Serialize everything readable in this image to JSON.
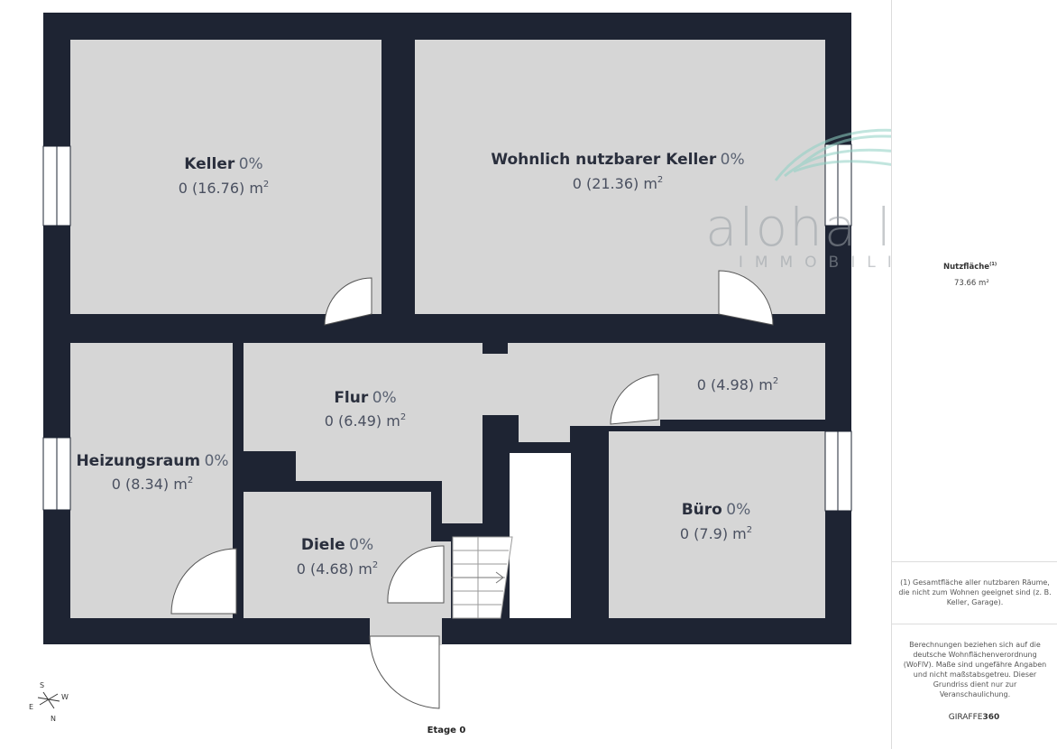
{
  "rooms": [
    {
      "name": "Keller",
      "pct": "0%",
      "area": "0 (16.76) m",
      "unit_sup": "2"
    },
    {
      "name": "Wohnlich nutzbarer Keller",
      "pct": "0%",
      "area": "0 (21.36) m",
      "unit_sup": "2"
    },
    {
      "name": "Flur",
      "pct": "0%",
      "area": "0 (6.49) m",
      "unit_sup": "2"
    },
    {
      "name": "",
      "pct": "",
      "area": "0 (4.98) m",
      "unit_sup": "2"
    },
    {
      "name": "Heizungsraum",
      "pct": "0%",
      "area": "0 (8.34) m",
      "unit_sup": "2"
    },
    {
      "name": "Diele",
      "pct": "0%",
      "area": "0 (4.68) m",
      "unit_sup": "2"
    },
    {
      "name": "Büro",
      "pct": "0%",
      "area": "0 (7.9) m",
      "unit_sup": "2"
    }
  ],
  "watermark": {
    "line1": "aloha living",
    "line2": "IMMOBILIEN"
  },
  "summary": {
    "label": "Nutzfläche",
    "label_sup": "(1)",
    "value": "73.66 m²"
  },
  "notes": {
    "footnote": "(1) Gesamtfläche aller nutzbaren Räume, die nicht zum Wohnen geeignet sind (z. B. Keller, Garage).",
    "disclaimer": "Berechnungen beziehen sich auf die deutsche Wohnflächenverordnung (WoFlV). Maße sind ungefähre Angaben und nicht maßstabsgetreu. Dieser Grundriss dient nur zur Veranschaulichung."
  },
  "brand": {
    "prefix": "GIRAFFE",
    "suffix": "360"
  },
  "floor_label": "Etage 0",
  "compass": {
    "n": "N",
    "s": "S",
    "e": "E",
    "w": "W"
  },
  "colors": {
    "wall": "#1e2433",
    "floor": "#d6d6d6",
    "window": "#ffffff",
    "watermark": "#8fd1c4"
  }
}
